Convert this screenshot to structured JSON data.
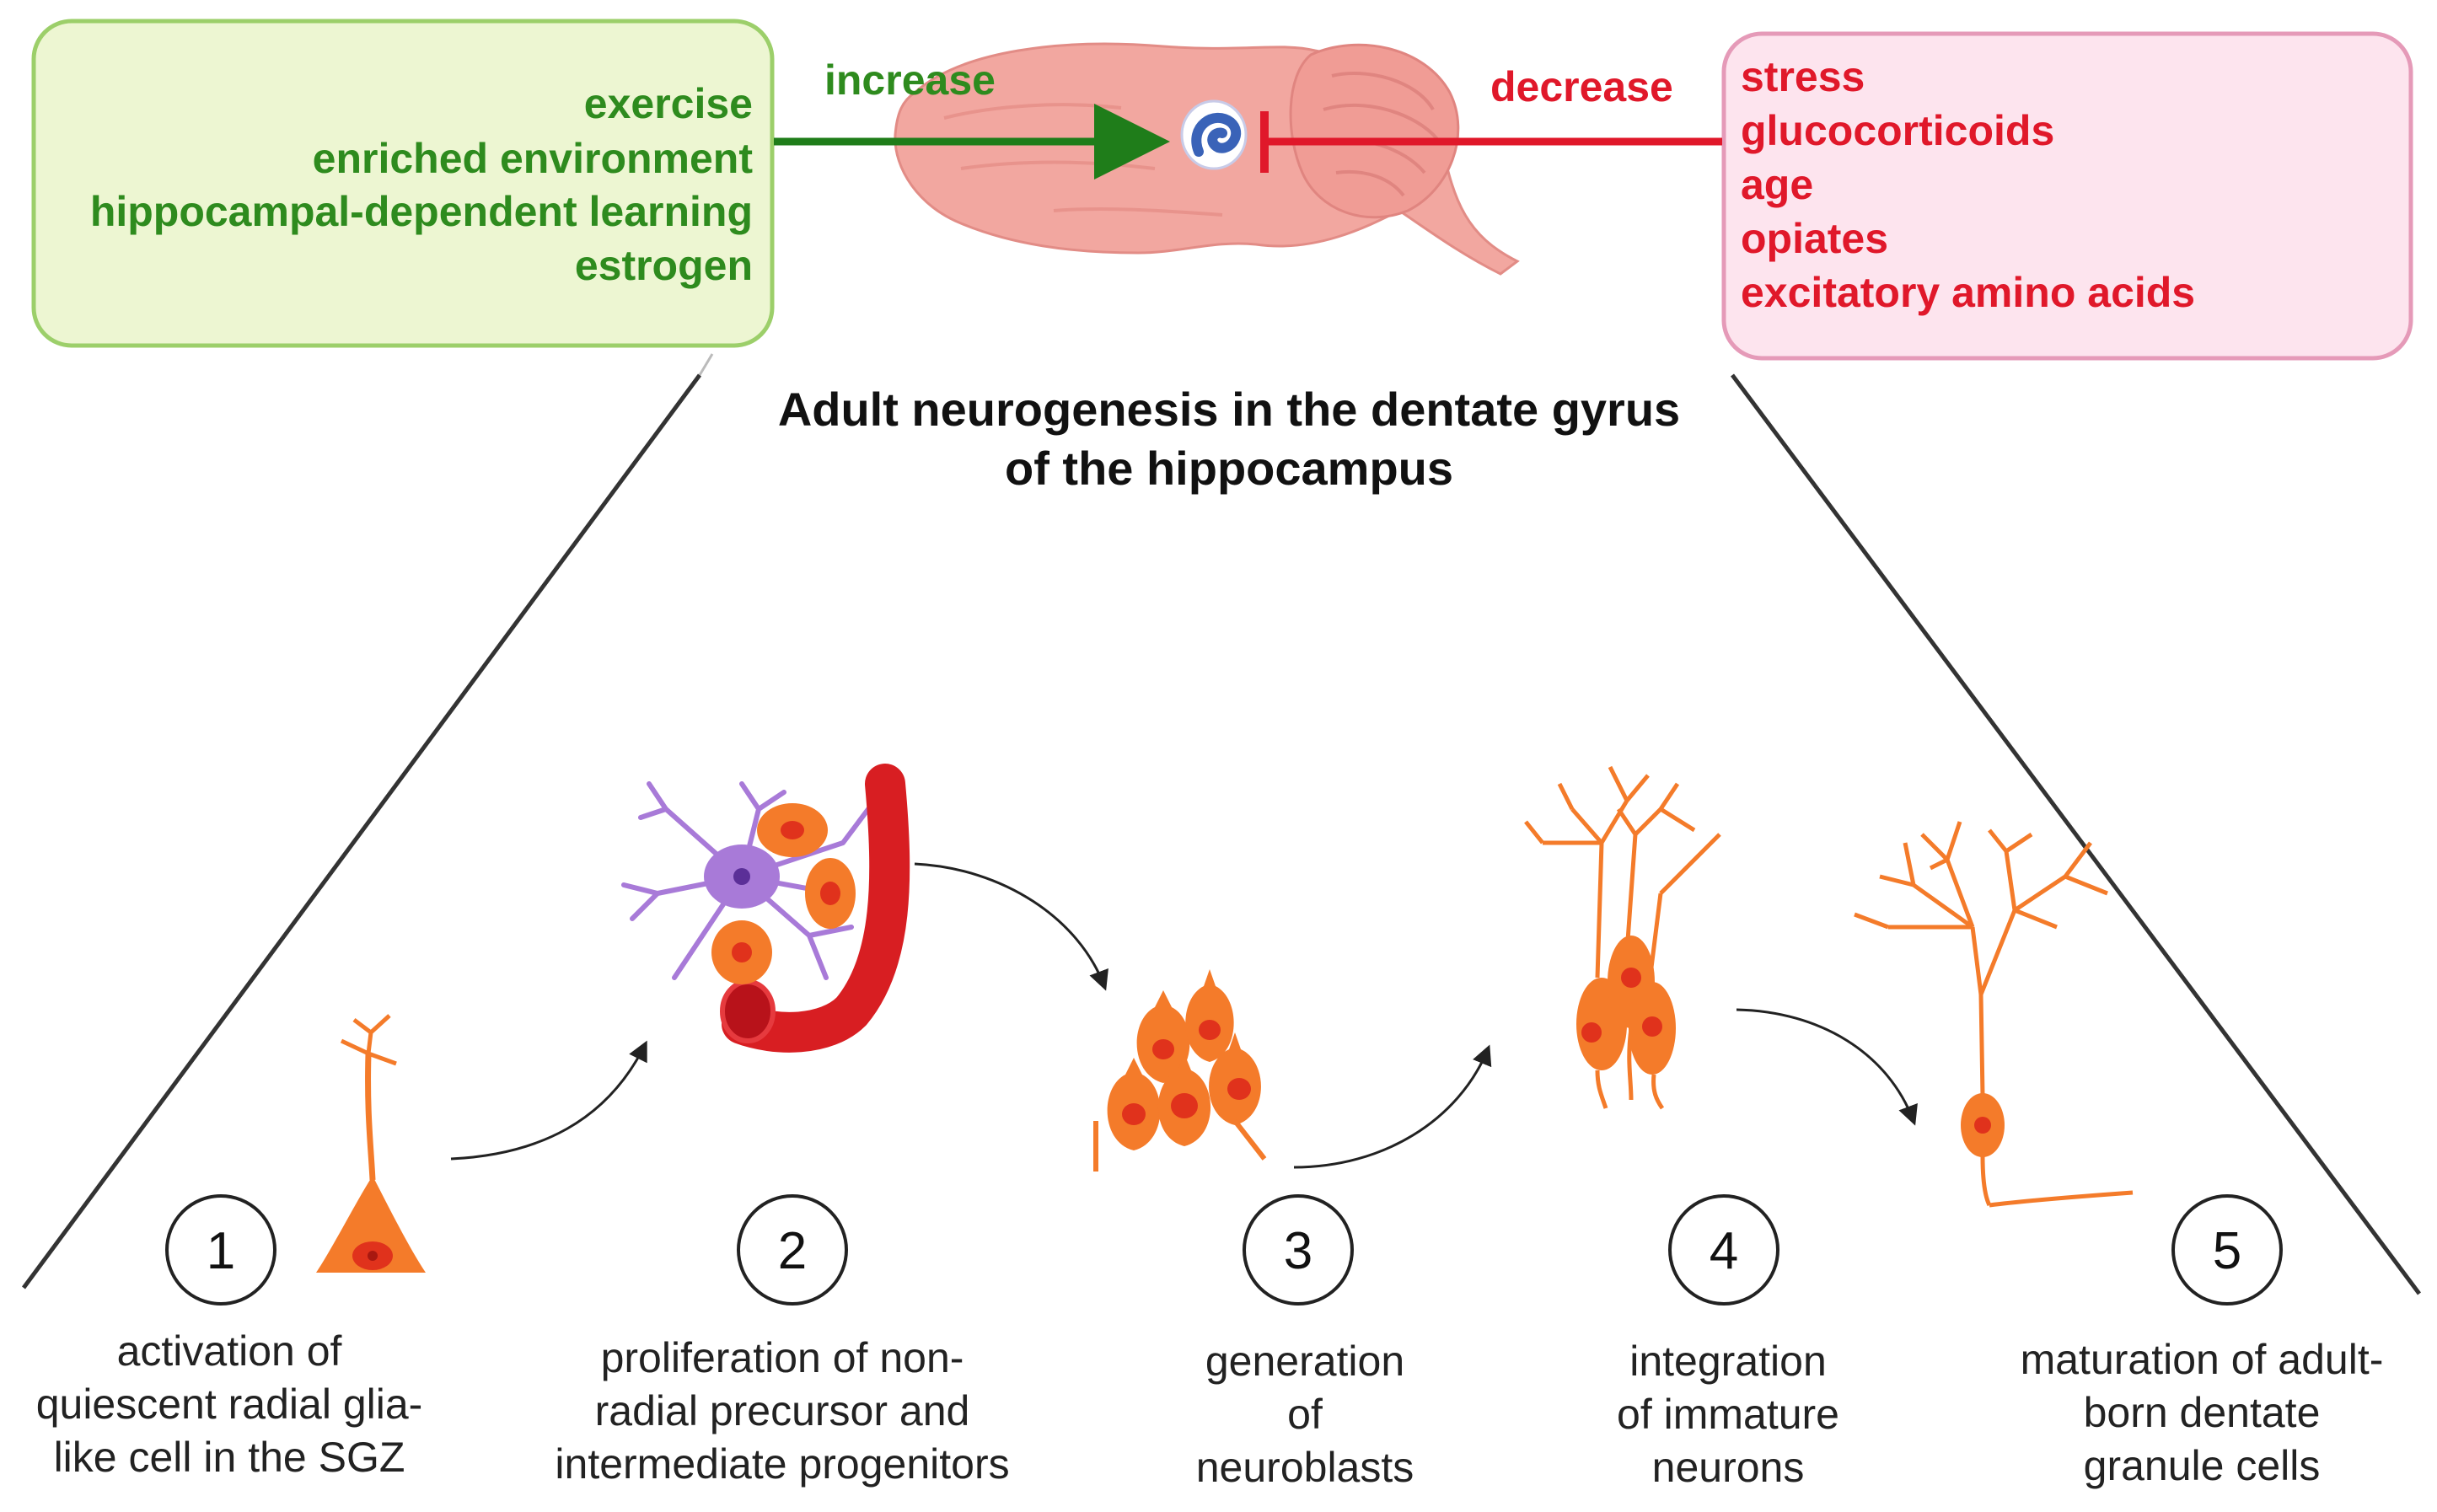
{
  "factors_increase": {
    "label": "increase",
    "items": [
      "exercise",
      "enriched environment",
      "hippocampal-dependent learning",
      "estrogen"
    ],
    "color": "#2e8b1e"
  },
  "factors_decrease": {
    "label": "decrease",
    "items": [
      "stress",
      "glucocorticoids",
      "age",
      "opiates",
      "excitatory amino acids"
    ],
    "color": "#e0182a"
  },
  "title": [
    "Adult neurogenesis in the dentate gyrus",
    "of the hippocampus"
  ],
  "stages": [
    {
      "number": "1",
      "caption": [
        "activation of",
        "quiescent radial glia-",
        "like cell in the SGZ"
      ]
    },
    {
      "number": "2",
      "caption": [
        "proliferation of non-",
        "radial precursor and",
        "intermediate progenitors"
      ]
    },
    {
      "number": "3",
      "caption": [
        "generation",
        "of",
        "neuroblasts"
      ]
    },
    {
      "number": "4",
      "caption": [
        "integration",
        "of immature",
        "neurons"
      ]
    },
    {
      "number": "5",
      "caption": [
        "maturation of adult-",
        "born dentate",
        "granule cells"
      ]
    }
  ],
  "colors": {
    "cell_orange": "#f47b2a",
    "nucleus_red": "#e0321c",
    "glia_purple": "#a87ad8",
    "vessel_red": "#d81e22",
    "brain_pink": "#f2a7a0",
    "green_box_fill": "#edf6d2",
    "green_box_stroke": "#9ccf6a",
    "pink_box_fill": "#fde4ee",
    "pink_box_stroke": "#e59ab8"
  }
}
